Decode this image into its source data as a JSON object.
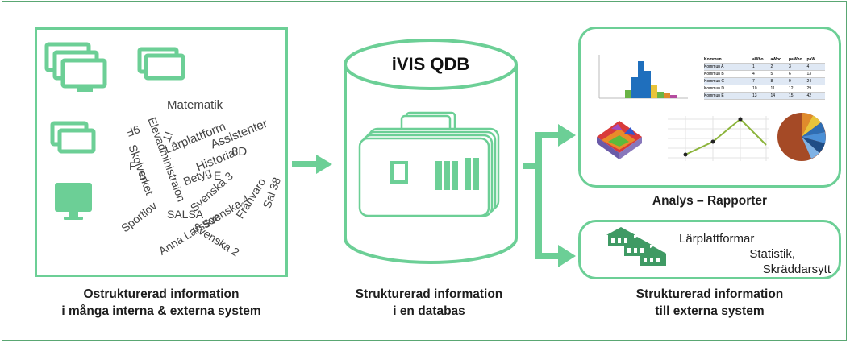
{
  "left": {
    "caption_line1": "Ostrukturerad information",
    "caption_line2": "i många interna & externa system",
    "words": [
      "Matematik",
      "Lärplattform",
      "Assistenter",
      "Elevadministraion",
      "Historia",
      "8D",
      "Sal 38",
      "Skolverket",
      "F",
      "Betyg",
      "E",
      "Svenska 3",
      "Frånvaro",
      "Sportlov",
      "B",
      "SALSA",
      "Svenska 4",
      "Anna Larsson",
      "Svenska 2",
      "9F",
      "IT"
    ]
  },
  "middle": {
    "title": "iVIS QDB",
    "caption_line1": "Strukturerad information",
    "caption_line2": "i en databas"
  },
  "right": {
    "analysis_caption": "Analys – Rapporter",
    "external_lines": [
      "Lärplattformar",
      "Statistik,",
      "Skräddarsytt"
    ],
    "caption_line1": "Strukturerad information",
    "caption_line2": "till externa system",
    "mini_table": {
      "headers": [
        "Kommun",
        "aWho",
        "aWho",
        "paWho",
        "paW"
      ],
      "rows": [
        [
          "Kommun A",
          "1",
          "2",
          "3",
          "4"
        ],
        [
          "Kommun B",
          "4",
          "5",
          "6",
          "13"
        ],
        [
          "Kommun C",
          "7",
          "8",
          "9",
          "24"
        ],
        [
          "Kommun D",
          "10",
          "11",
          "12",
          "29"
        ],
        [
          "Kommun E",
          "13",
          "14",
          "15",
          "42"
        ]
      ]
    }
  },
  "colors": {
    "accent": "#6ccf96",
    "accent_dark": "#3f9a64",
    "frame": "#5aa773"
  }
}
